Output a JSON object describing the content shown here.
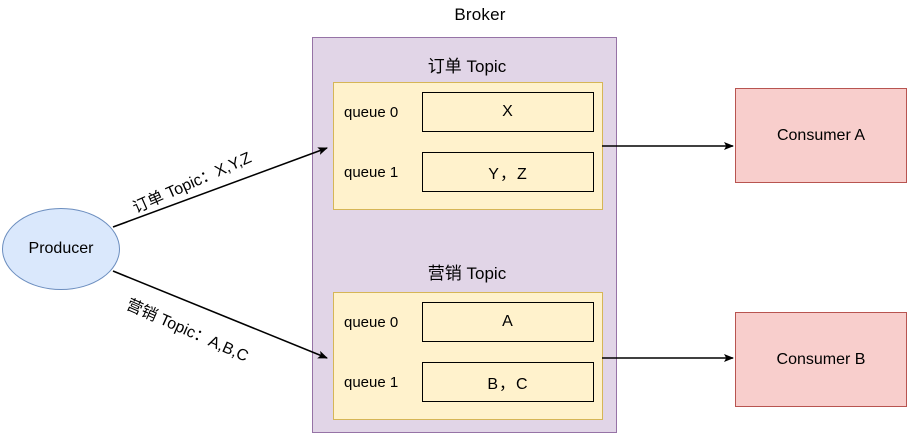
{
  "diagram": {
    "broker": {
      "title": "Broker",
      "fill": "#e1d5e7",
      "stroke": "#9673a6"
    },
    "topics": [
      {
        "title": "订单 Topic",
        "fill": "#fff2cc",
        "stroke": "#d6b656",
        "queues": [
          {
            "label": "queue 0",
            "messages": "X"
          },
          {
            "label": "queue 1",
            "messages": "Y，Z"
          }
        ]
      },
      {
        "title": "营销 Topic",
        "fill": "#fff2cc",
        "stroke": "#d6b656",
        "queues": [
          {
            "label": "queue 0",
            "messages": "A"
          },
          {
            "label": "queue 1",
            "messages": "B，C"
          }
        ]
      }
    ],
    "producer": {
      "label": "Producer",
      "fill": "#dae8fc",
      "stroke": "#6c8ebf"
    },
    "consumers": [
      {
        "label": "Consumer A",
        "fill": "#f8cecc",
        "stroke": "#b85450"
      },
      {
        "label": "Consumer B",
        "fill": "#f8cecc",
        "stroke": "#b85450"
      }
    ],
    "edges": [
      {
        "label": "订单 Topic：X,Y,Z",
        "from": "producer",
        "to": "order-topic"
      },
      {
        "label": "营销 Topic：A,B,C",
        "from": "producer",
        "to": "marketing-topic"
      },
      {
        "label": "",
        "from": "order-topic",
        "to": "consumer-a"
      },
      {
        "label": "",
        "from": "marketing-topic",
        "to": "consumer-b"
      }
    ],
    "arrow_color": "#000000"
  }
}
